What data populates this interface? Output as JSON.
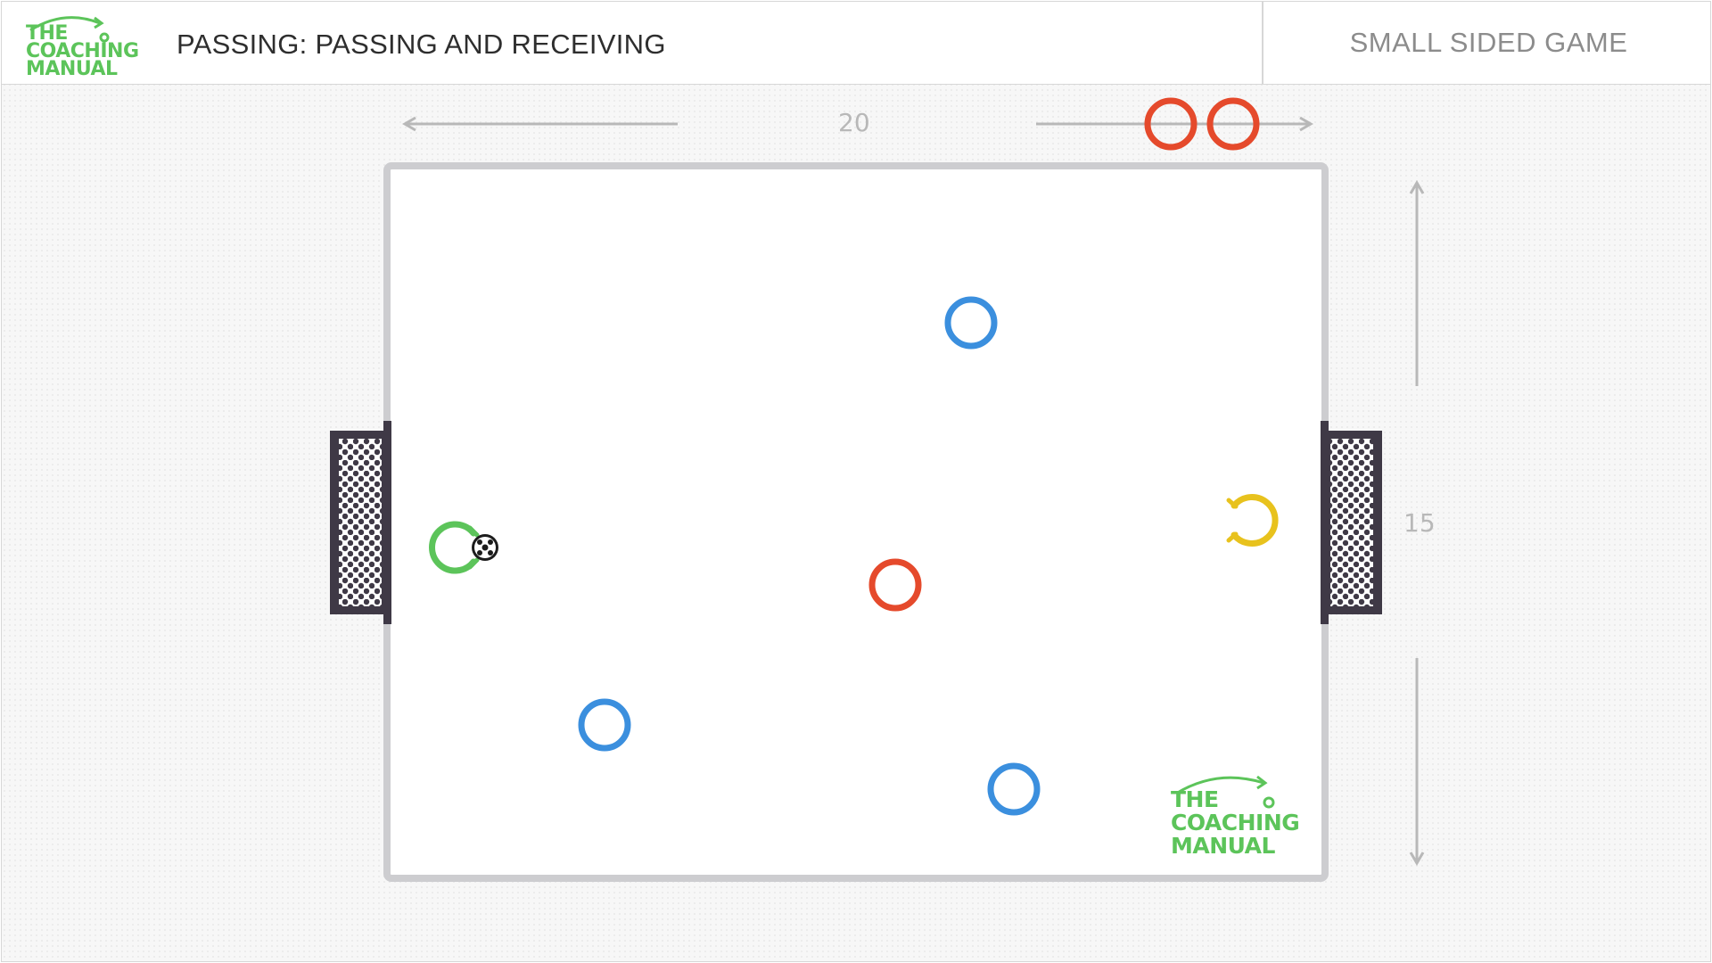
{
  "header": {
    "logo_text": "THE\nCOACHING\nMANUAL",
    "title": "PASSING: PASSING AND RECEIVING",
    "category": "SMALL SIDED GAME"
  },
  "dimensions": {
    "width_label": "20",
    "height_label": "15"
  },
  "watermark": {
    "logo_text": "THE\nCOACHING\nMANUAL"
  },
  "colors": {
    "brand_green": "#5cc45a",
    "red_team": "#e54a2c",
    "blue_team": "#3b8fde",
    "attacker_green": "#5cc45a",
    "keeper_yellow": "#e8c21d",
    "pitch_line": "#cdcdd0",
    "goal_frame": "#3f3946"
  },
  "players": {
    "red_subs": 2,
    "red_on_pitch": 1,
    "blue_on_pitch": 3,
    "green_with_ball": 1,
    "yellow_keeper": 1
  },
  "icons": [
    "coaching-manual-logo",
    "soccer-ball-icon",
    "goal-net-icon",
    "dimension-arrow-icon"
  ]
}
